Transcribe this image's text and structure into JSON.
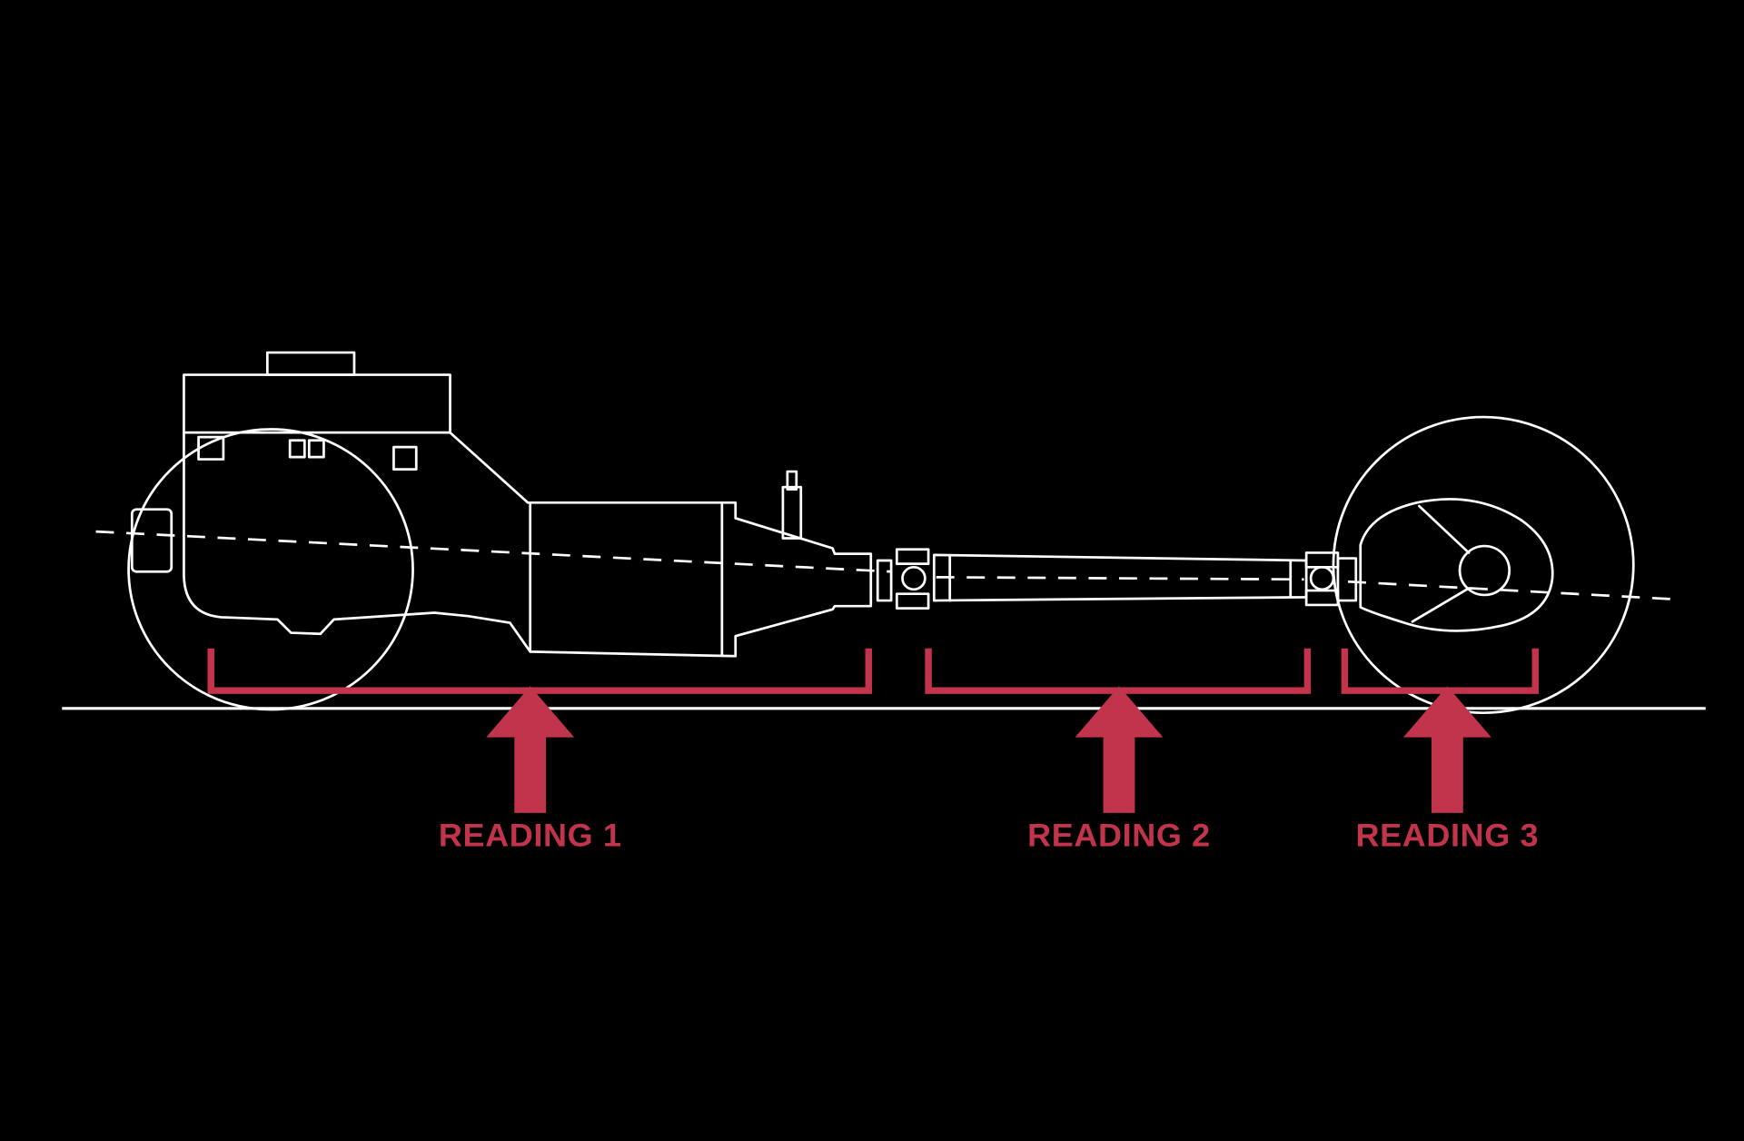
{
  "colors": {
    "background": "#000000",
    "accent": "#c2334c",
    "line_art": "#ffffff"
  },
  "readings": [
    {
      "label": "READING 1"
    },
    {
      "label": "READING 2"
    },
    {
      "label": "READING 3"
    }
  ]
}
